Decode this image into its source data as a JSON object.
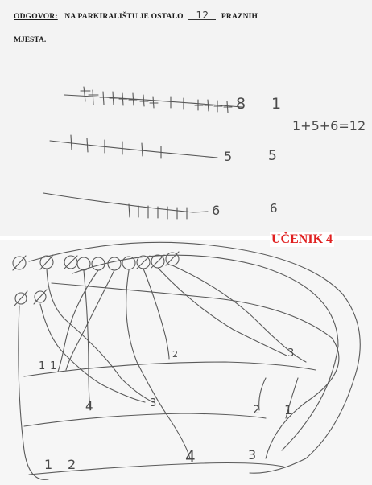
{
  "header": {
    "label": "ODGOVOR:",
    "text_before": "NA PARKIRALIŠTU JE OSTALO",
    "answer": "12",
    "text_after": "PRAZNIH",
    "line2": "MJESTA."
  },
  "top_drawing": {
    "row1_end": "8",
    "row2_end": "5",
    "row3_end": "6",
    "col_row1": "1",
    "col_row2": "5",
    "col_row3": "6",
    "equation": "1+5+6=12"
  },
  "student_label": "UČENIK 4",
  "bottom_drawing": {
    "label_row1_a": "1",
    "label_row1_b": "1",
    "label_row1_c": "2",
    "label_row1_d": "3",
    "label_row2_a": "4",
    "label_row2_b": "3",
    "label_row2_c": "2",
    "label_row2_d": "1",
    "label_row3_a": "1",
    "label_row3_b": "2",
    "label_row3_c": "4",
    "label_row3_d": "3"
  }
}
